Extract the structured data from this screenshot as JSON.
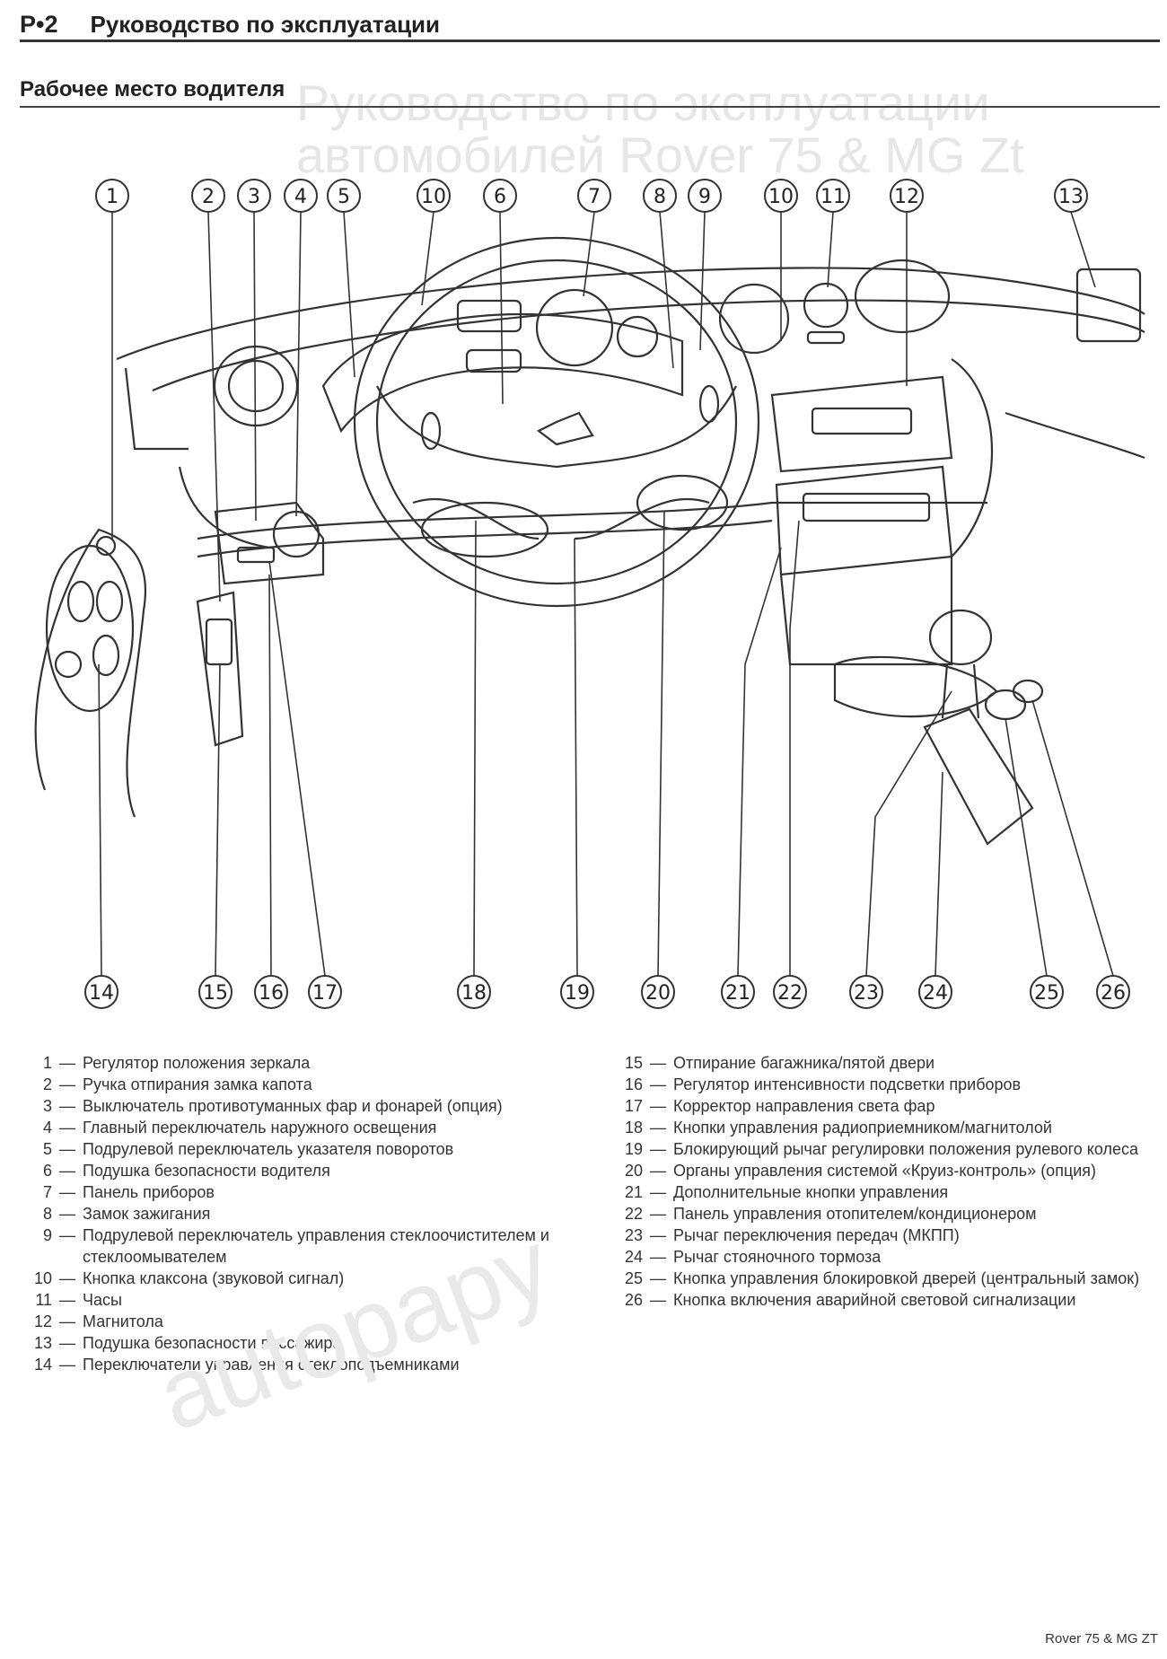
{
  "header": {
    "page_number": "Р•2",
    "title": "Руководство по эксплуатации"
  },
  "section": {
    "title": "Рабочее место водителя"
  },
  "background_text": [
    "Руководство по эксплуатации",
    "автомобилей Rover 75 & MG Zt"
  ],
  "callouts_top": [
    "1",
    "2",
    "3",
    "4",
    "5",
    "10",
    "6",
    "7",
    "8",
    "9",
    "10",
    "11",
    "12",
    "13"
  ],
  "callouts_bottom": [
    "14",
    "15",
    "16",
    "17",
    "18",
    "19",
    "20",
    "21",
    "22",
    "23",
    "24",
    "25",
    "26"
  ],
  "legend_left": [
    {
      "num": "1",
      "text": "Регулятор положения зеркала"
    },
    {
      "num": "2",
      "text": "Ручка отпирания замка капота"
    },
    {
      "num": "3",
      "text": "Выключатель противотуманных фар и фонарей (опция)"
    },
    {
      "num": "4",
      "text": "Главный переключатель наружного освещения"
    },
    {
      "num": "5",
      "text": "Подрулевой переключатель указателя поворотов"
    },
    {
      "num": "6",
      "text": "Подушка безопасности водителя"
    },
    {
      "num": "7",
      "text": "Панель приборов"
    },
    {
      "num": "8",
      "text": "Замок зажигания"
    },
    {
      "num": "9",
      "text": "Подрулевой переключатель управления стеклоочистителем и стеклоомывателем"
    },
    {
      "num": "10",
      "text": "Кнопка клаксона (звуковой сигнал)"
    },
    {
      "num": "11",
      "text": "Часы"
    },
    {
      "num": "12",
      "text": "Магнитола"
    },
    {
      "num": "13",
      "text": "Подушка безопасности пассажира"
    },
    {
      "num": "14",
      "text": "Переключатели управления стеклоподъемниками"
    }
  ],
  "legend_right": [
    {
      "num": "15",
      "text": "Отпирание багажника/пятой двери"
    },
    {
      "num": "16",
      "text": "Регулятор интенсивности подсветки приборов"
    },
    {
      "num": "17",
      "text": "Корректор направления света фар"
    },
    {
      "num": "18",
      "text": "Кнопки управления радиоприемником/магнитолой"
    },
    {
      "num": "19",
      "text": "Блокирующий рычаг регулировки положения рулевого колеса"
    },
    {
      "num": "20",
      "text": "Органы управления системой «Круиз-контроль» (опция)"
    },
    {
      "num": "21",
      "text": "Дополнительные кнопки управления"
    },
    {
      "num": "22",
      "text": "Панель управления отопителем/кондиционером"
    },
    {
      "num": "23",
      "text": "Рычаг переключения передач (МКПП)"
    },
    {
      "num": "24",
      "text": "Рычаг стояночного тормоза"
    },
    {
      "num": "25",
      "text": "Кнопка управления блокировкой дверей (центральный замок)"
    },
    {
      "num": "26",
      "text": "Кнопка включения аварийной световой сигнализации"
    }
  ],
  "watermark": "autopapy",
  "footer": "Rover 75 & MG ZT"
}
